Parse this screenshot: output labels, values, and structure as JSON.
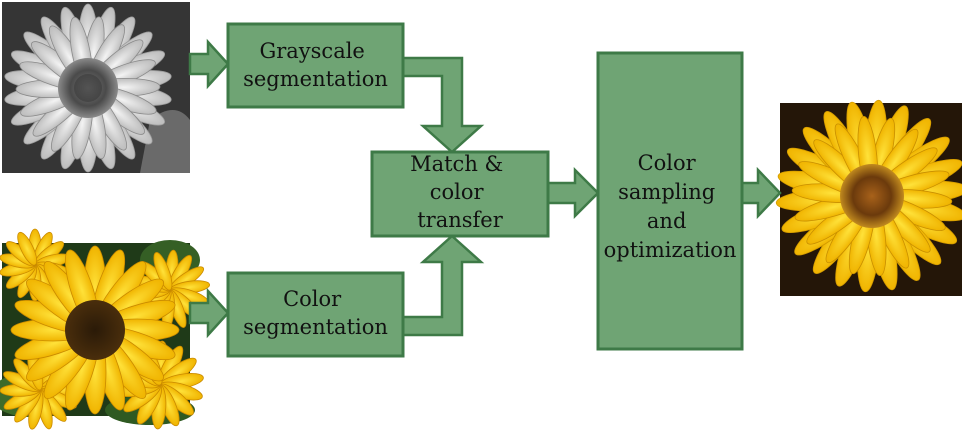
{
  "boxes": {
    "grayscale_segmentation": {
      "lines": [
        "Grayscale",
        "segmentation"
      ]
    },
    "color_segmentation": {
      "lines": [
        "Color",
        "segmentation"
      ]
    },
    "match_color_transfer": {
      "lines": [
        "Match &",
        "color",
        "transfer"
      ]
    },
    "color_sampling": {
      "lines": [
        "Color",
        "sampling",
        "and",
        "optimization"
      ]
    }
  },
  "images": {
    "grayscale_input": "grayscale-sunflower",
    "color_reference": "color-sunflower-field",
    "colorized_output": "colorized-sunflower"
  },
  "colors": {
    "box_fill": "#6fa474",
    "box_stroke": "#3e7a47",
    "arrow_fill": "#6fa474",
    "arrow_stroke": "#3e7a47"
  }
}
